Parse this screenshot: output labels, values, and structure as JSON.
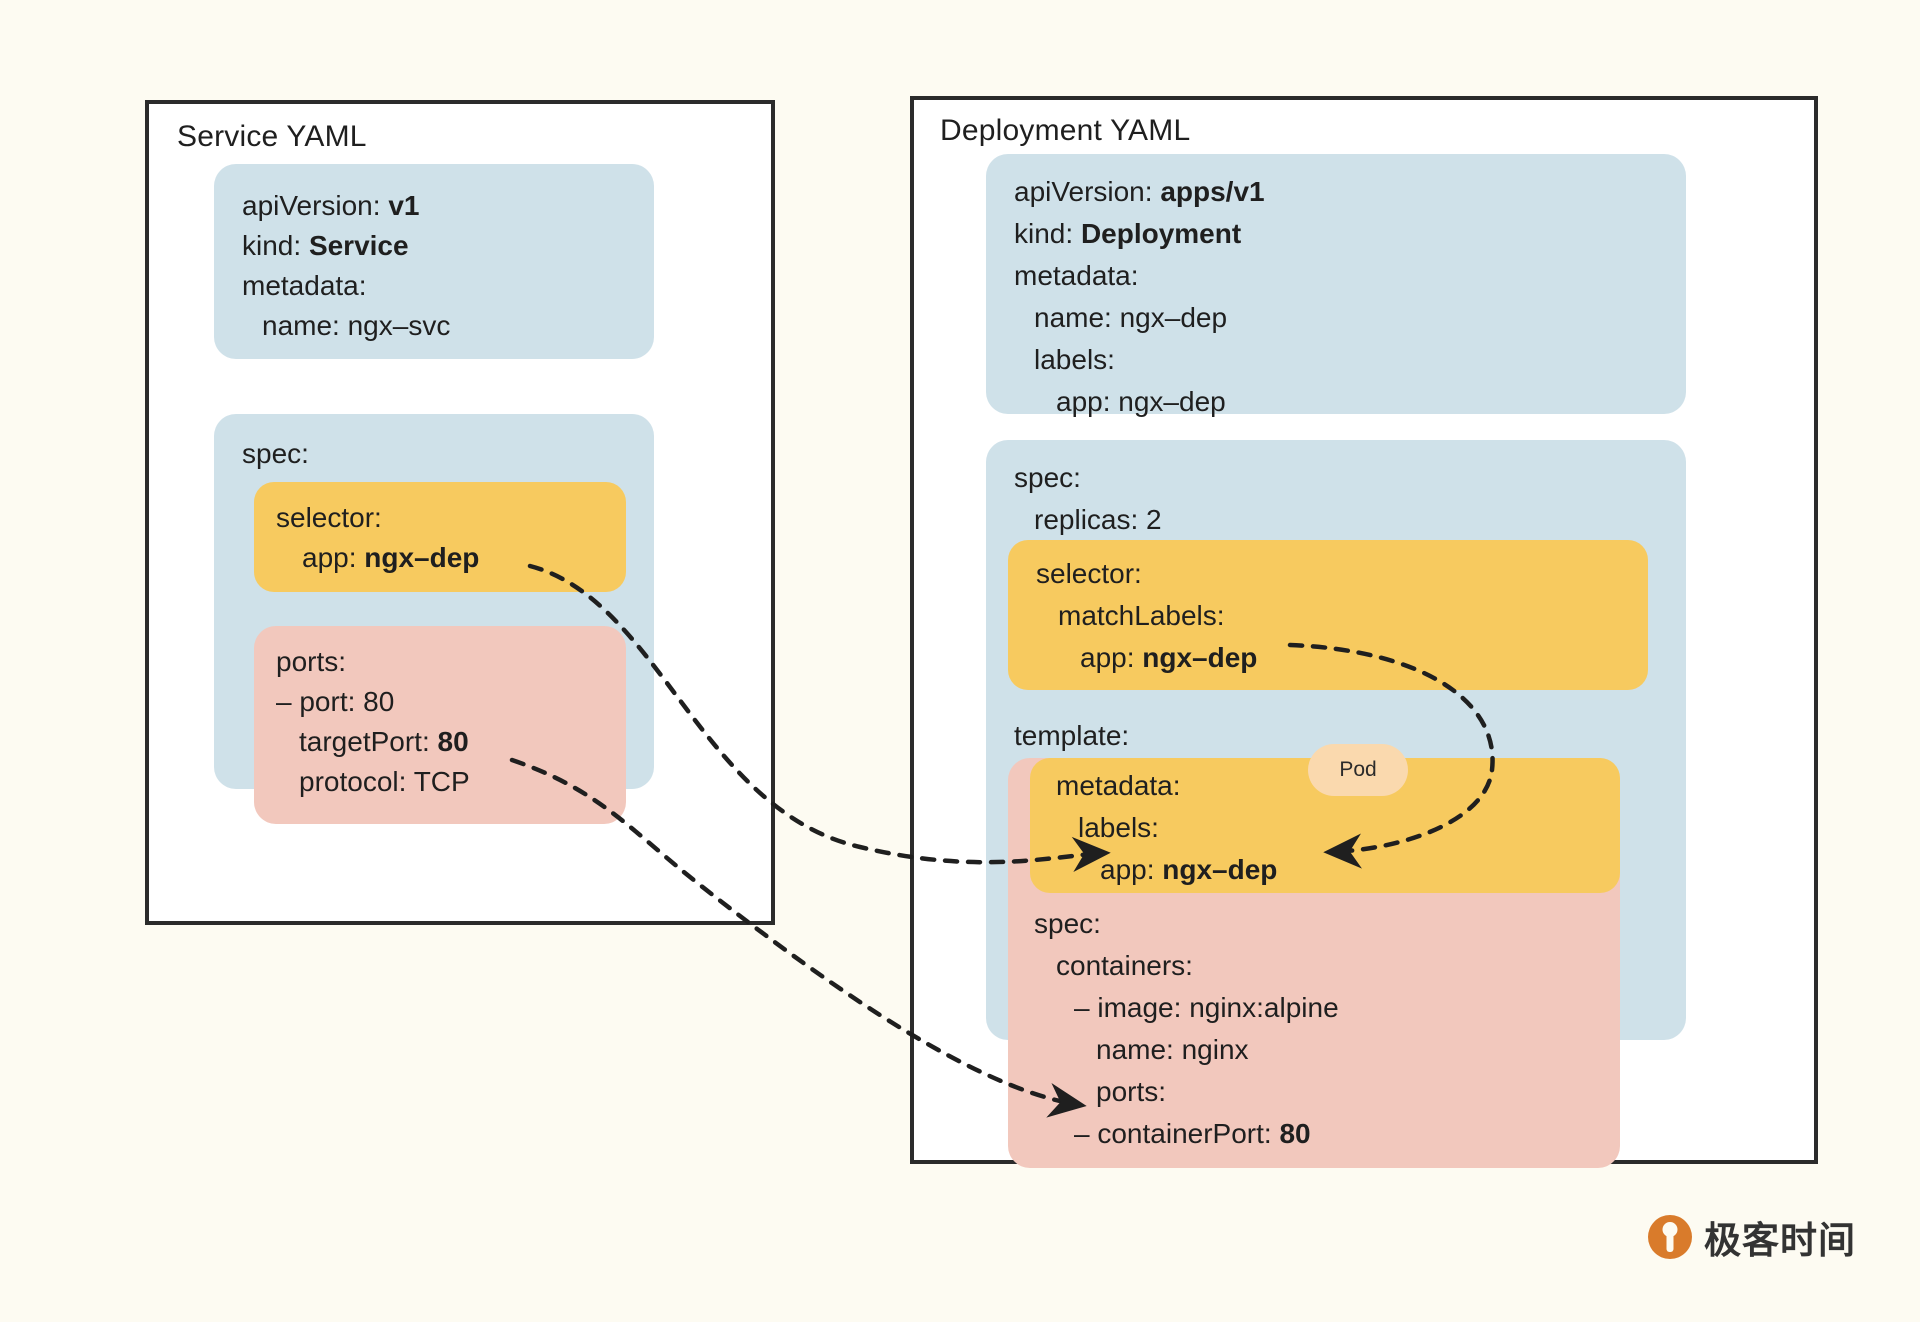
{
  "canvas": {
    "background_color": "#fdfbf2",
    "ink_color": "#1f1f1f"
  },
  "palette": {
    "blue_block": "#cfe1e9",
    "yellow_block": "#f7ca5f",
    "pink_block": "#f2c8bd",
    "pod_pill": "#fad9ae",
    "panel_border": "#2b2b2b",
    "logo_orange": "#d97b2b"
  },
  "service_panel": {
    "title": "Service YAML",
    "header_block": {
      "lines": [
        {
          "key": "apiVersion:",
          "value": "v1",
          "bold_value": true,
          "indent": 0
        },
        {
          "key": "kind:",
          "value": "Service",
          "bold_value": true,
          "indent": 0
        },
        {
          "key": "metadata:",
          "value": "",
          "bold_value": false,
          "indent": 0
        },
        {
          "key": "name:",
          "value": "ngx–svc",
          "bold_value": false,
          "indent": 1
        }
      ]
    },
    "spec_block": {
      "lines": [
        {
          "key": "spec:",
          "value": "",
          "bold_value": false,
          "indent": 0
        }
      ]
    },
    "selector_block": {
      "lines": [
        {
          "key": "selector:",
          "value": "",
          "bold_value": false,
          "indent": 0
        },
        {
          "key": "app:",
          "value": "ngx–dep",
          "bold_value": true,
          "indent": 1
        }
      ]
    },
    "ports_block": {
      "lines": [
        {
          "key": "ports:",
          "value": "",
          "bold_value": false,
          "indent": 0
        },
        {
          "key": "– port:",
          "value": "80",
          "bold_value": false,
          "indent": 0
        },
        {
          "key": "targetPort:",
          "value": "80",
          "bold_value": true,
          "indent": 1
        },
        {
          "key": "protocol:",
          "value": "TCP",
          "bold_value": false,
          "indent": 1
        }
      ]
    }
  },
  "deployment_panel": {
    "title": "Deployment YAML",
    "header_block": {
      "lines": [
        {
          "key": "apiVersion:",
          "value": "apps/v1",
          "bold_value": true,
          "indent": 0
        },
        {
          "key": "kind:",
          "value": "Deployment",
          "bold_value": true,
          "indent": 0
        },
        {
          "key": "metadata:",
          "value": "",
          "bold_value": false,
          "indent": 0
        },
        {
          "key": "name:",
          "value": "ngx–dep",
          "bold_value": false,
          "indent": 1
        },
        {
          "key": "labels:",
          "value": "",
          "bold_value": false,
          "indent": 1
        },
        {
          "key": "app:",
          "value": "ngx–dep",
          "bold_value": false,
          "indent": 2
        }
      ]
    },
    "spec_block": {
      "lines": [
        {
          "key": "spec:",
          "value": "",
          "bold_value": false,
          "indent": 0
        },
        {
          "key": "replicas:",
          "value": "2",
          "bold_value": false,
          "indent": 1
        }
      ]
    },
    "selector_block": {
      "lines": [
        {
          "key": "selector:",
          "value": "",
          "bold_value": false,
          "indent": 0
        },
        {
          "key": "matchLabels:",
          "value": "",
          "bold_value": false,
          "indent": 1
        },
        {
          "key": "app:",
          "value": "ngx–dep",
          "bold_value": true,
          "indent": 2
        }
      ]
    },
    "template_label": "template:",
    "pod_badge": "Pod",
    "pod_metadata_block": {
      "lines": [
        {
          "key": "metadata:",
          "value": "",
          "bold_value": false,
          "indent": 0
        },
        {
          "key": "labels:",
          "value": "",
          "bold_value": false,
          "indent": 1
        },
        {
          "key": "app:",
          "value": "ngx–dep",
          "bold_value": true,
          "indent": 2
        }
      ]
    },
    "pod_spec_block": {
      "lines": [
        {
          "key": "spec:",
          "value": "",
          "bold_value": false,
          "indent": 0
        },
        {
          "key": "containers:",
          "value": "",
          "bold_value": false,
          "indent": 1
        },
        {
          "key": "– image:",
          "value": "nginx:alpine",
          "bold_value": false,
          "indent": 2
        },
        {
          "key": "name:",
          "value": "nginx",
          "bold_value": false,
          "indent": 3
        },
        {
          "key": "ports:",
          "value": "",
          "bold_value": false,
          "indent": 3
        },
        {
          "key": "– containerPort:",
          "value": "80",
          "bold_value": true,
          "indent": 3
        }
      ]
    }
  },
  "connections": [
    {
      "name": "service-selector-to-pod-label",
      "from": "service.spec.selector.app: ngx–dep",
      "to": "deployment.template.metadata.labels.app: ngx–dep",
      "style": "dashed-arrow"
    },
    {
      "name": "deployment-matchlabels-to-pod-label",
      "from": "deployment.spec.selector.matchLabels.app: ngx–dep",
      "to": "deployment.template.metadata.labels.app: ngx–dep",
      "style": "dashed-arrow"
    },
    {
      "name": "service-targetport-to-containerport",
      "from": "service.spec.ports.targetPort: 80",
      "to": "deployment.template.spec.containers.ports.containerPort: 80",
      "style": "dashed-arrow"
    }
  ],
  "logo": {
    "text": "极客时间"
  }
}
